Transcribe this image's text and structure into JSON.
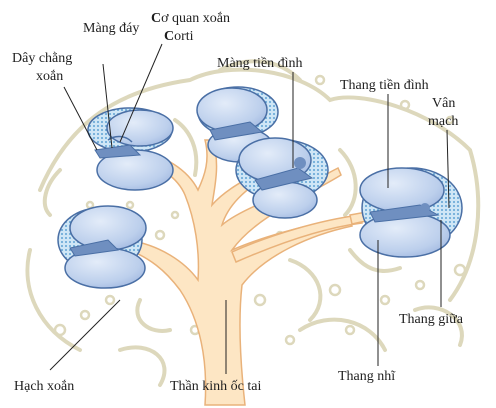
{
  "labels": {
    "mang_day": "Màng đáy",
    "co_quan_line1_bold": "C",
    "co_quan_line1_rest": "ơ quan xoắn",
    "co_quan_line2_bold": "C",
    "co_quan_line2_rest": "orti",
    "day_chang_line1": "Dây chằng",
    "day_chang_line2": "xoắn",
    "mang_tien_dinh": "Màng tiền đình",
    "thang_tien_dinh": "Thang tiền đình",
    "van_mach_line1": "Vân",
    "van_mach_line2": "mạch",
    "thang_giua": "Thang giữa",
    "thang_nhi": "Thang nhĩ",
    "hach_xoan": "Hạch xoắn",
    "than_kinh": "Thần kinh ốc tai"
  },
  "colors": {
    "chamber_fill": "#bdd0ec",
    "chamber_stroke": "#4a6fa5",
    "dotted_band": "#8fc3e6",
    "organ": "#6f8fc0",
    "nerve_fill": "#fde6c4",
    "nerve_stroke": "#e9b27a",
    "bone_line": "#ddd8bc",
    "leader": "#222222"
  }
}
